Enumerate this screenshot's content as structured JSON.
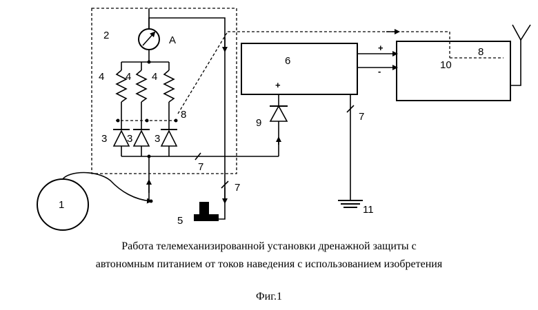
{
  "labels": {
    "source": "1",
    "box": "2",
    "resistor_a": "4",
    "resistor_b": "4",
    "resistor_c": "4",
    "diode_a": "3",
    "diode_b": "3",
    "diode_c": "3",
    "switch": "8",
    "ammeter": "A",
    "ground_electrode": "5",
    "converter": "6",
    "cable_a": "7",
    "cable_b": "7",
    "cable_c": "7",
    "diode_main": "9",
    "telemetry": "10",
    "telemetry_inner": "8",
    "ground": "11"
  },
  "signs": {
    "plus_top": "+",
    "minus": "-",
    "plus_diode": "+"
  },
  "caption": {
    "line1": "Работа телемеханизированной установки дренажной защиты с",
    "line2": "автономным питанием от токов наведения с использованием изобретения",
    "figure": "Фиг.1"
  }
}
